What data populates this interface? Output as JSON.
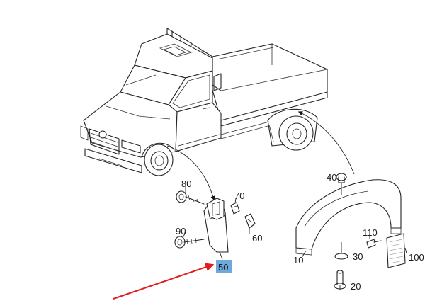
{
  "labels": {
    "p10": "10",
    "p20": "20",
    "p30": "30",
    "p40": "40",
    "p50": "50",
    "p60": "60",
    "p70": "70",
    "p80": "80",
    "p90": "90",
    "p100": "100",
    "p110": "110"
  },
  "colors": {
    "highlight_box": "#6fa8dc",
    "pointer_arrow": "#e31b1b",
    "line_art": "#222222"
  },
  "icons": {
    "callout_arrows": "curved-arrow-icon"
  }
}
